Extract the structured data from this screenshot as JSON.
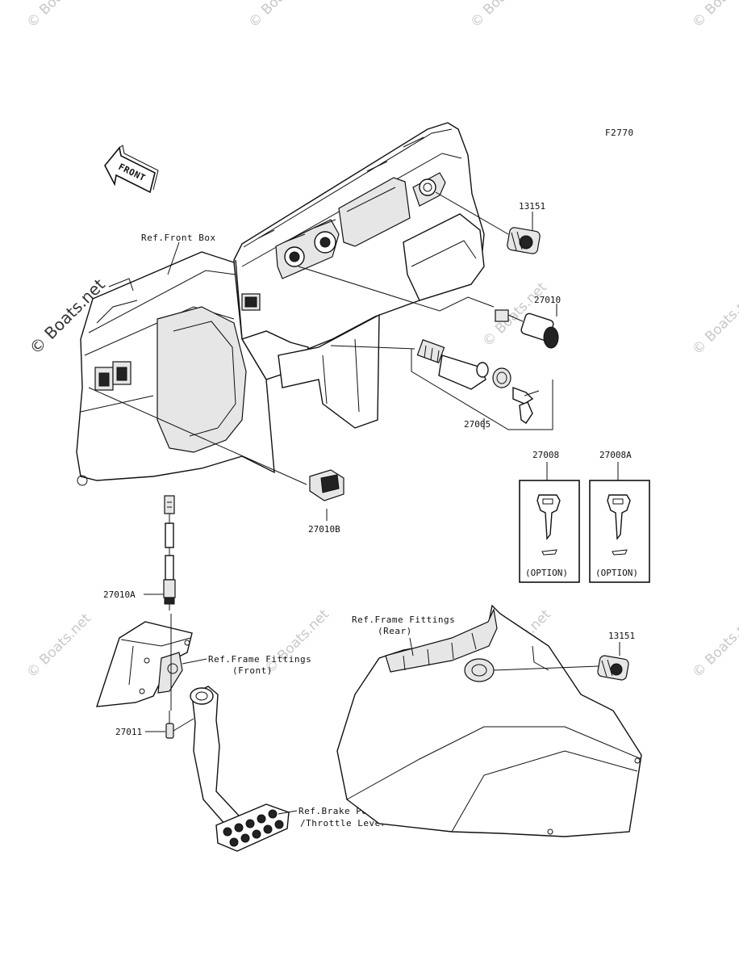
{
  "figure_code": "F2770",
  "front_arrow": "FRONT",
  "watermark": "© Boats.net",
  "parts": {
    "p13151_top": "13151",
    "p27010": "27010",
    "p27005": "27005",
    "p27008": "27008",
    "p27008a": "27008A",
    "p27010b": "27010B",
    "p27010a": "27010A",
    "p27011": "27011",
    "p13151_bottom": "13151"
  },
  "refs": {
    "front_box": "Ref.Front Box",
    "frame_rear_1": "Ref.Frame Fittings",
    "frame_rear_2": "(Rear)",
    "frame_front_1": "Ref.Frame Fittings",
    "frame_front_2": "(Front)",
    "brake_1": "Ref.Brake Pedal",
    "brake_2": "/Throttle Lever"
  },
  "option_labels": {
    "key1": "(OPTION)",
    "key2": "(OPTION)"
  },
  "icons": {
    "front_arrow": "front-direction-arrow-icon",
    "key": "key-icon"
  }
}
